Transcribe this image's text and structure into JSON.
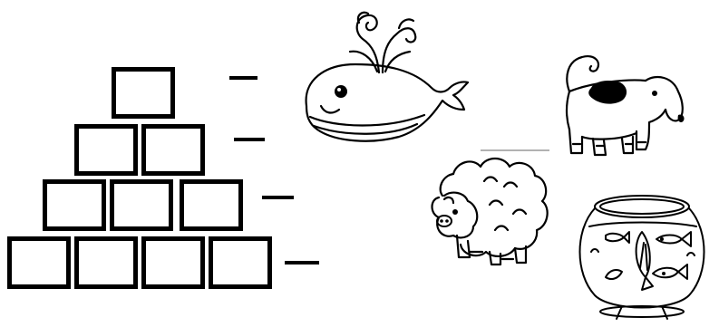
{
  "worksheet": {
    "pyramid": {
      "rows": [
        {
          "row": 1,
          "box_count": 1
        },
        {
          "row": 2,
          "box_count": 2
        },
        {
          "row": 3,
          "box_count": 3
        },
        {
          "row": 4,
          "box_count": 4
        }
      ]
    },
    "answer_lines": [
      {
        "row": 1,
        "value": ""
      },
      {
        "row": 2,
        "value": ""
      },
      {
        "row": 3,
        "value": ""
      },
      {
        "row": 4,
        "value": ""
      }
    ],
    "pictures": [
      {
        "icon": "whale-icon"
      },
      {
        "icon": "dog-icon"
      },
      {
        "icon": "sheep-icon"
      },
      {
        "icon": "fishbowl-icon"
      }
    ]
  }
}
